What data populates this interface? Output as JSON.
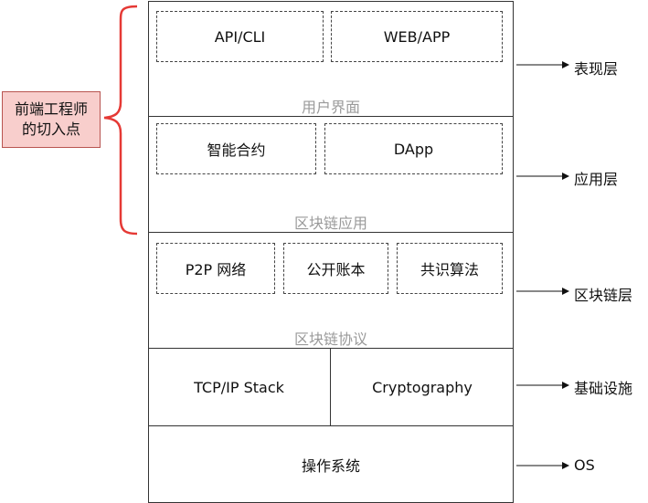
{
  "note": {
    "lines": [
      "前端工程师",
      "的切入点"
    ],
    "fill": "#f8cecc",
    "border": "#b85450",
    "brace_color": "#e53935"
  },
  "layers": {
    "ui": {
      "items": [
        "API/CLI",
        "WEB/APP"
      ],
      "caption": "用户界面",
      "side_label": "表现层"
    },
    "app": {
      "items": [
        "智能合约",
        "DApp"
      ],
      "caption": "区块链应用",
      "side_label": "应用层"
    },
    "protocol": {
      "items": [
        "P2P 网络",
        "公开账本",
        "共识算法"
      ],
      "caption": "区块链协议",
      "side_label": "区块链层"
    },
    "infra": {
      "items": [
        "TCP/IP Stack",
        "Cryptography"
      ],
      "side_label": "基础设施"
    },
    "os": {
      "label": "操作系统",
      "side_label": "OS"
    }
  }
}
